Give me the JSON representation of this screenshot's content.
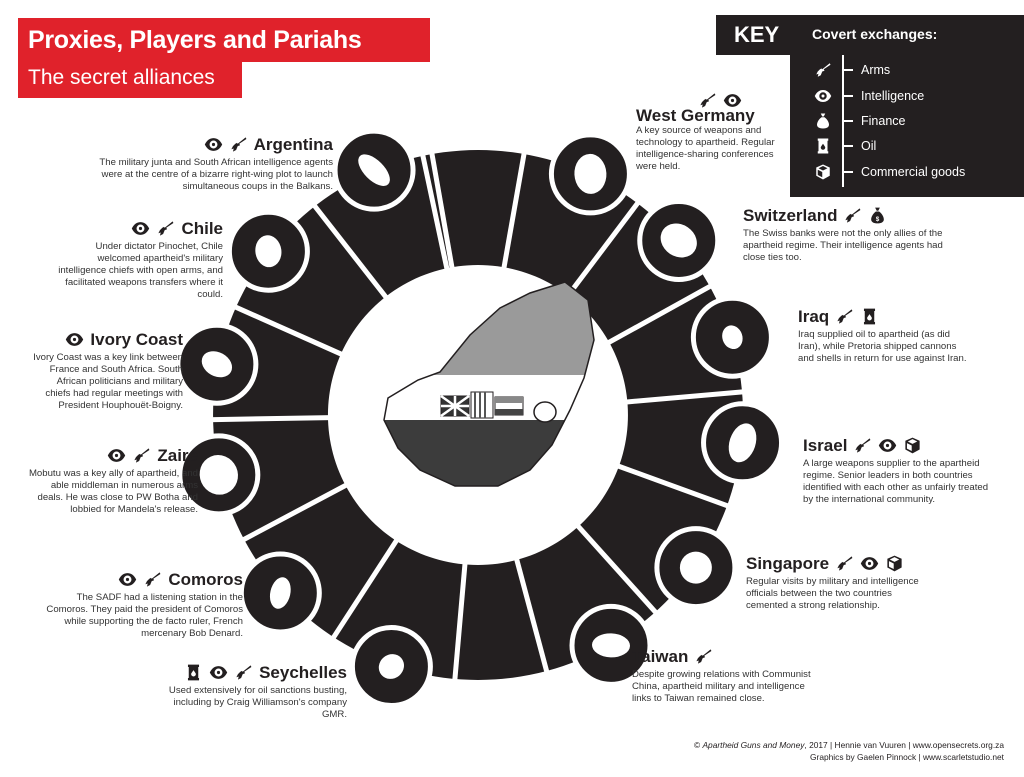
{
  "header": {
    "title": "Proxies, Players and Pariahs",
    "subtitle": "The secret alliances"
  },
  "key": {
    "label": "KEY",
    "heading": "Covert exchanges:",
    "items": [
      {
        "icon": "arms-icon",
        "label": "Arms"
      },
      {
        "icon": "eye-icon",
        "label": "Intelligence"
      },
      {
        "icon": "money-bag-icon",
        "label": "Finance"
      },
      {
        "icon": "oil-barrel-icon",
        "label": "Oil"
      },
      {
        "icon": "box-icon",
        "label": "Commercial goods"
      }
    ]
  },
  "countries": [
    {
      "name": "Argentina",
      "exchanges": [
        "Intelligence",
        "Arms"
      ],
      "description": "The military junta and South African intelligence agents were at the centre of a bizarre right-wing plot to launch simultaneous coups in the Balkans."
    },
    {
      "name": "Chile",
      "exchanges": [
        "Intelligence",
        "Arms"
      ],
      "description": "Under dictator Pinochet, Chile welcomed apartheid's military intelligence chiefs with open arms, and facilitated weapons transfers where it could."
    },
    {
      "name": "Ivory Coast",
      "exchanges": [
        "Intelligence"
      ],
      "description": "Ivory Coast was a key link between France and South Africa. South African politicians and military chiefs had regular meetings with President Houphouët-Boigny."
    },
    {
      "name": "Zaire",
      "exchanges": [
        "Intelligence",
        "Arms"
      ],
      "description": "Mobutu was a key ally of apartheid, and able middleman in numerous arms deals. He was close to PW Botha and lobbied for Mandela's release."
    },
    {
      "name": "Comoros",
      "exchanges": [
        "Intelligence",
        "Arms"
      ],
      "description": "The SADF had a listening station in the Comoros. They paid the president of Comoros while supporting the de facto ruler, French mercenary Bob Denard."
    },
    {
      "name": "Seychelles",
      "exchanges": [
        "Oil",
        "Intelligence",
        "Arms"
      ],
      "description": "Used extensively for oil sanctions busting, including by Craig Williamson's company GMR."
    },
    {
      "name": "West Germany",
      "exchanges": [
        "Arms",
        "Intelligence"
      ],
      "description": "A key source of weapons and technology to apartheid. Regular intelligence-sharing conferences were held."
    },
    {
      "name": "Switzerland",
      "exchanges": [
        "Arms",
        "Finance"
      ],
      "description": "The Swiss banks were not the only allies of the apartheid regime. Their intelligence agents had close ties too."
    },
    {
      "name": "Iraq",
      "exchanges": [
        "Arms",
        "Oil"
      ],
      "description": "Iraq supplied oil to apartheid (as did Iran), while Pretoria shipped cannons and shells in return for use against Iran."
    },
    {
      "name": "Israel",
      "exchanges": [
        "Arms",
        "Intelligence",
        "Commercial goods"
      ],
      "description": "A large weapons supplier to the apartheid regime. Senior leaders in both countries identified with each other as unfairly treated by the international community."
    },
    {
      "name": "Singapore",
      "exchanges": [
        "Arms",
        "Intelligence",
        "Commercial goods"
      ],
      "description": "Regular visits by military and intelligence officials between the two countries cemented a strong relationship."
    },
    {
      "name": "Taiwan",
      "exchanges": [
        "Arms"
      ],
      "description": "Despite growing relations with Communist China, apartheid military and intelligence links to Taiwan remained close."
    }
  ],
  "footer": {
    "book": "Apartheid Guns and Money",
    "line1": ", 2017  |  Hennie van Vuuren  |  www.opensecrets.org.za",
    "line2": "Graphics by Gaelen Pinnock  |  www.scarletstudio.net"
  },
  "colors": {
    "accent": "#e0222b",
    "dark": "#231f20"
  }
}
